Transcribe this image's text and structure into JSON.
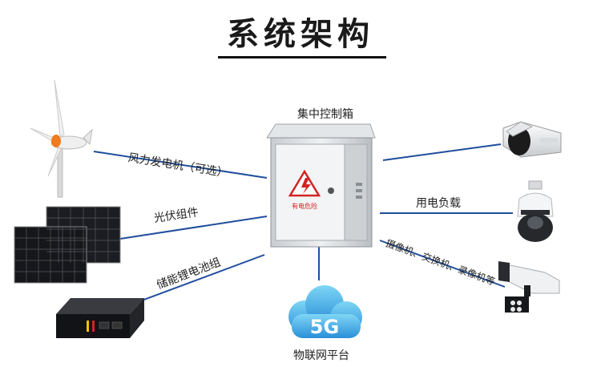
{
  "title": "系统架构",
  "center": {
    "label": "集中控制箱",
    "warning_text": "有电危险"
  },
  "left_links": [
    {
      "label": "风力发电机（可选）",
      "icon": "wind-turbine-icon"
    },
    {
      "label": "光伏组件",
      "icon": "solar-panel-icon"
    },
    {
      "label": "储能锂电池组",
      "icon": "lithium-battery-icon"
    }
  ],
  "right_links": [
    {
      "label": "用电负载",
      "icon": "bullet-camera-icon"
    },
    {
      "label": "摄像机、交换机、录像机等",
      "icon": "dome-camera-icon"
    }
  ],
  "bottom": {
    "badge": "5G",
    "label": "物联网平台",
    "icon": "cloud-icon"
  },
  "colors": {
    "line": "#1f4e9c",
    "cloud_top": "#7fd6f5",
    "cloud_bottom": "#2a8fd8",
    "warning": "#d32323",
    "box": "#d9dde0"
  }
}
